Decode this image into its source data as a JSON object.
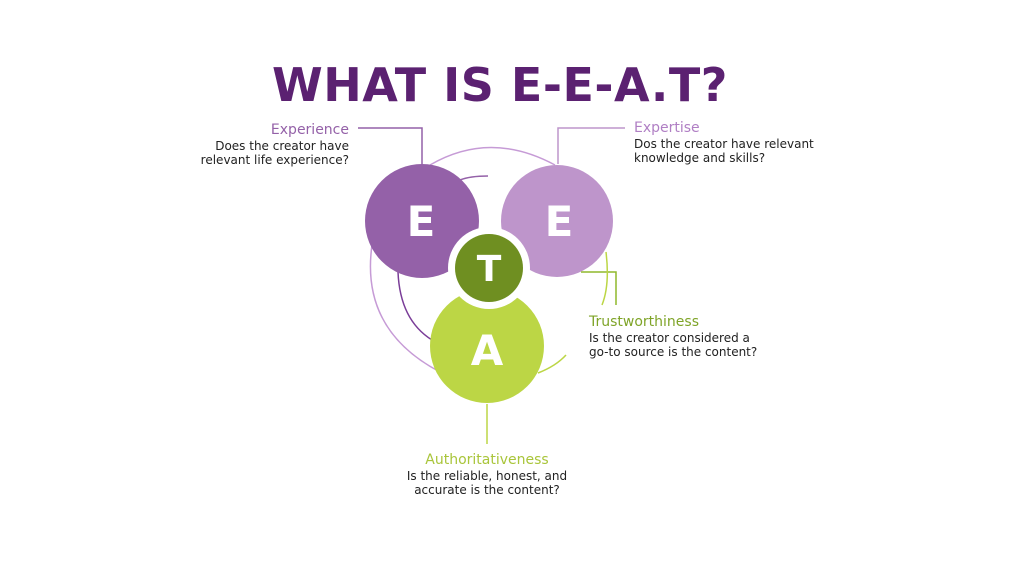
{
  "title": "WHAT IS E-E-A.T?",
  "colors": {
    "title": "#5b2171",
    "experience": "#9461a8",
    "expertise": "#be95cb",
    "trust": "#6f8f21",
    "authority": "#bcd645"
  },
  "circles": {
    "experience": "E",
    "expertise": "E",
    "trust": "T",
    "authority": "A"
  },
  "labels": {
    "experience": {
      "heading": "Experience",
      "line1": "Does the creator have",
      "line2": "relevant life experience?"
    },
    "expertise": {
      "heading": "Expertise",
      "line1": "Dos the creator have relevant",
      "line2": "knowledge and skills?"
    },
    "trust": {
      "heading": "Trustworthiness",
      "line1": "Is the creator considered a",
      "line2": "go-to source is the content?"
    },
    "authority": {
      "heading": "Authoritativeness",
      "line1": "Is the reliable, honest, and",
      "line2": "accurate is the content?"
    }
  }
}
